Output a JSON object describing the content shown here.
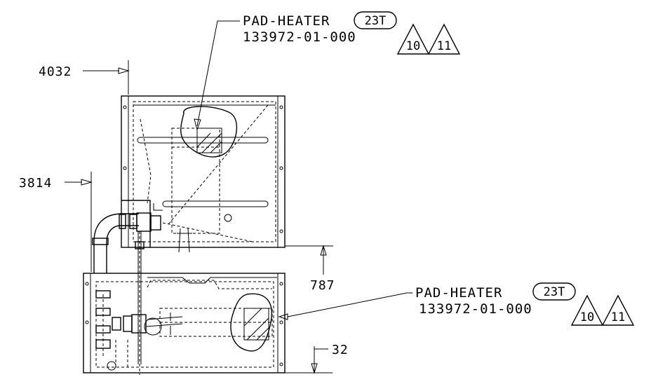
{
  "callouts": [
    {
      "part": "PAD-HEATER",
      "ref": "23T",
      "number": "133972-01-000",
      "revisions": [
        "10",
        "11"
      ]
    },
    {
      "part": "PAD-HEATER",
      "ref": "23T",
      "number": "133972-01-000",
      "revisions": [
        "10",
        "11"
      ]
    }
  ],
  "dimensions": {
    "upper_left": "4032",
    "lower_left": "3814",
    "middle_right": "787",
    "bottom_right": "32"
  }
}
